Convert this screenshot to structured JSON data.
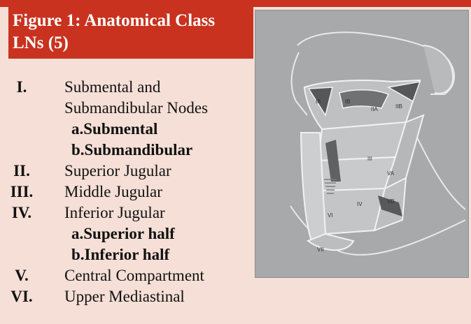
{
  "title": {
    "line1": "Figure 1: Anatomical Class",
    "line2": "LNs (5)"
  },
  "levels": [
    {
      "num": "I.",
      "lines": [
        "Submental and",
        "Submandibular Nodes"
      ],
      "subs": [
        "a.Submental",
        "b.Submandibular"
      ]
    },
    {
      "num": "II.",
      "lines": [
        "Superior Jugular"
      ],
      "subs": []
    },
    {
      "num": "III.",
      "lines": [
        "Middle Jugular"
      ],
      "subs": []
    },
    {
      "num": "IV.",
      "lines": [
        "Inferior Jugular"
      ],
      "subs": [
        "a.Superior half",
        "b.Inferior half"
      ]
    },
    {
      "num": "V.",
      "lines": [
        "Central Compartment"
      ],
      "subs": []
    },
    {
      "num": "VI.",
      "lines": [
        "Upper Mediastinal"
      ],
      "subs": []
    }
  ],
  "diagram_labels": {
    "ia": "IA",
    "ib": "IB",
    "iia": "IIA",
    "iib": "IIB",
    "iii": "III",
    "iv": "IV",
    "va": "VA",
    "vb": "VB",
    "vi": "VI",
    "vii": "VII"
  },
  "colors": {
    "accent": "#c8321f",
    "background": "#f5dfd6",
    "figure_bg": "#a7a9ab"
  }
}
